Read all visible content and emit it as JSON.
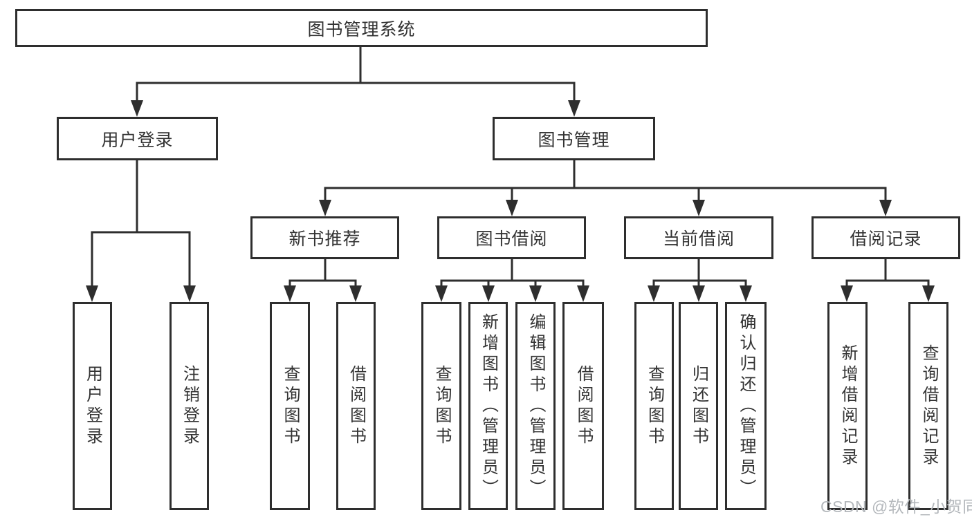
{
  "tree": {
    "root": "图书管理系统",
    "children": [
      {
        "label": "用户登录",
        "leaves": [
          "用户登录",
          "注销登录"
        ]
      },
      {
        "label": "图书管理",
        "children": [
          {
            "label": "新书推荐",
            "leaves": [
              "查询图书",
              "借阅图书"
            ]
          },
          {
            "label": "图书借阅",
            "leaves": [
              "查询图书",
              "新增图书（管理员）",
              "编辑图书（管理员）",
              "借阅图书"
            ]
          },
          {
            "label": "当前借阅",
            "leaves": [
              "查询图书",
              "归还图书",
              "确认归还（管理员）"
            ]
          },
          {
            "label": "借阅记录",
            "leaves": [
              "新增借阅记录",
              "查询借阅记录"
            ]
          }
        ]
      }
    ]
  },
  "watermark": {
    "text": "CSDN @软件_小贺同学"
  },
  "colors": {
    "line": "#2e2e2e",
    "text": "#333333",
    "watermark": "#b4b8bc",
    "background": "#ffffff"
  }
}
